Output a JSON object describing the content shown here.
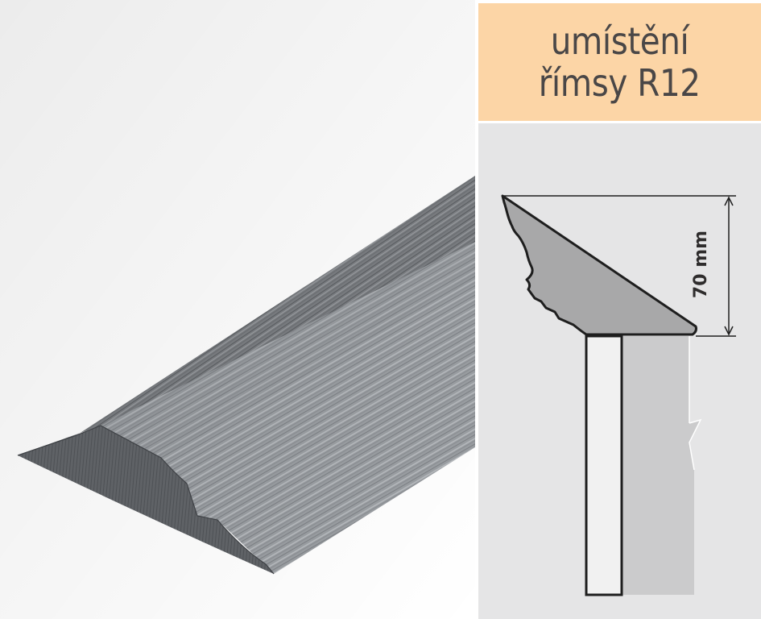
{
  "title": {
    "line1": "umístění",
    "line2": "římsy R12"
  },
  "diagram": {
    "dimension_label": "70 mm"
  },
  "colors": {
    "title_background": "#fcd5a6",
    "diagram_background": "#e5e5e6",
    "wood_gray": "#6f7276",
    "text": "#4a4747"
  }
}
